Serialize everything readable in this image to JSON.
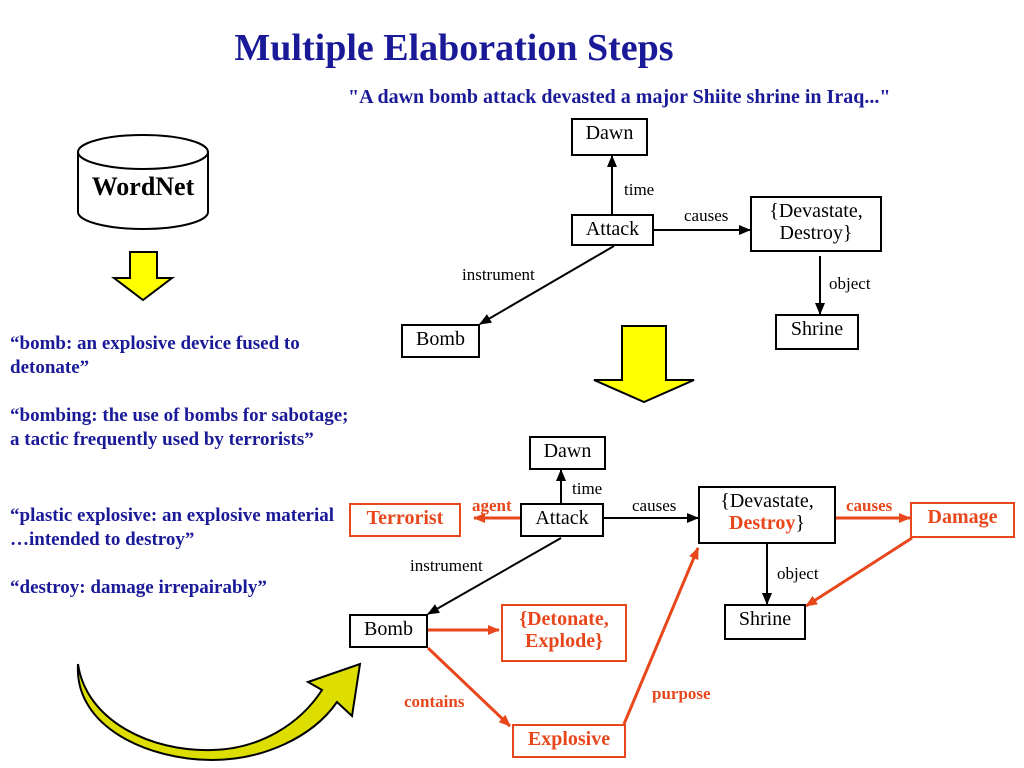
{
  "title": "Multiple Elaboration Steps",
  "quote": "\"A dawn bomb attack devasted a major Shiite shrine in Iraq...\"",
  "wordnet": {
    "label": "WordNet"
  },
  "definitions": [
    "“bomb: an explosive device fused to detonate”",
    "“bombing: the use of bombs for sabotage; a tactic frequently used by terrorists”",
    "“plastic explosive: an explosive material …intended to destroy”",
    "“destroy: damage irrepairably”"
  ],
  "graph1": {
    "nodes": {
      "dawn": "Dawn",
      "attack": "Attack",
      "devastate_line1": "{Devastate,",
      "devastate_line2": "Destroy}",
      "bomb": "Bomb",
      "shrine": "Shrine"
    },
    "edges": {
      "time": "time",
      "causes": "causes",
      "instrument": "instrument",
      "object": "object"
    }
  },
  "graph2": {
    "nodes": {
      "dawn": "Dawn",
      "attack": "Attack",
      "devastate_line1": "{Devastate,",
      "devastate_line2_pre": "",
      "devastate_line2_red": "Destroy",
      "devastate_line2_post": "}",
      "bomb": "Bomb",
      "shrine": "Shrine",
      "terrorist": "Terrorist",
      "damage": "Damage",
      "detonate_line1": "{Detonate,",
      "detonate_line2": "Explode}",
      "explosive": "Explosive"
    },
    "edges": {
      "time": "time",
      "causes": "causes",
      "instrument": "instrument",
      "object": "object",
      "agent": "agent",
      "causes_new": "causes",
      "contains": "contains",
      "purpose": "purpose"
    }
  },
  "colors": {
    "title": "#1a1a99",
    "elaboration": "#e8471c",
    "arrow_fill": "#ffff00"
  }
}
